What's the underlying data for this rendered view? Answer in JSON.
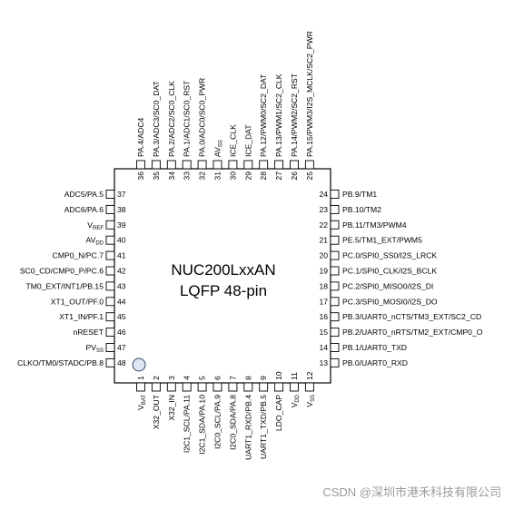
{
  "chip": {
    "name": "NUC200LxxAN",
    "package": "LQFP 48-pin"
  },
  "watermark": "CSDN @深圳市港禾科技有限公司",
  "pins": {
    "bottom": [
      {
        "num": "1",
        "label": "V_BAT"
      },
      {
        "num": "2",
        "label": "X32_OUT"
      },
      {
        "num": "3",
        "label": "X32_IN"
      },
      {
        "num": "4",
        "label": "I2C1_SCL/PA.11"
      },
      {
        "num": "5",
        "label": "I2C1_SDA/PA.10"
      },
      {
        "num": "6",
        "label": "I2C0_SCL/PA.9"
      },
      {
        "num": "7",
        "label": "I2C0_SDA/PA.8"
      },
      {
        "num": "8",
        "label": "UART1_RXD/PB.4"
      },
      {
        "num": "9",
        "label": "UART1_TXD/PB.5"
      },
      {
        "num": "10",
        "label": "LDO_CAP"
      },
      {
        "num": "11",
        "label": "V_DD"
      },
      {
        "num": "12",
        "label": "V_SS"
      }
    ],
    "right": [
      {
        "num": "13",
        "label": "PB.0/UART0_RXD"
      },
      {
        "num": "14",
        "label": "PB.1/UART0_TXD"
      },
      {
        "num": "15",
        "label": "PB.2/UART0_nRTS/TM2_EXT/CMP0_O"
      },
      {
        "num": "16",
        "label": "PB.3/UART0_nCTS/TM3_EXT/SC2_CD"
      },
      {
        "num": "17",
        "label": "PC.3/SPI0_MOSI0/I2S_DO"
      },
      {
        "num": "18",
        "label": "PC.2/SPI0_MISO0/I2S_DI"
      },
      {
        "num": "19",
        "label": "PC.1/SPI0_CLK/I2S_BCLK"
      },
      {
        "num": "20",
        "label": "PC.0/SPI0_SS0/I2S_LRCK"
      },
      {
        "num": "21",
        "label": "PE.5/TM1_EXT/PWM5"
      },
      {
        "num": "22",
        "label": "PB.11/TM3/PWM4"
      },
      {
        "num": "23",
        "label": "PB.10/TM2"
      },
      {
        "num": "24",
        "label": "PB.9/TM1"
      }
    ],
    "top": [
      {
        "num": "25",
        "label": "PA.15/PWM3/I2S_MCLK/SC2_PWR"
      },
      {
        "num": "26",
        "label": "PA.14/PWM2/SC2_RST"
      },
      {
        "num": "27",
        "label": "PA.13/PWM1/SC2_CLK"
      },
      {
        "num": "28",
        "label": "PA.12/PWM0/SC2_DAT"
      },
      {
        "num": "29",
        "label": "ICE_DAT"
      },
      {
        "num": "30",
        "label": "ICE_CLK"
      },
      {
        "num": "31",
        "label": "AV_SS"
      },
      {
        "num": "32",
        "label": "PA.0/ADC0/SC0_PWR"
      },
      {
        "num": "33",
        "label": "PA.1/ADC1/SC0_RST"
      },
      {
        "num": "34",
        "label": "PA.2/ADC2/SC0_CLK"
      },
      {
        "num": "35",
        "label": "PA.3/ADC3/SC0_DAT"
      },
      {
        "num": "36",
        "label": "PA.4/ADC4"
      }
    ],
    "left": [
      {
        "num": "37",
        "label": "ADC5/PA.5"
      },
      {
        "num": "38",
        "label": "ADC6/PA.6"
      },
      {
        "num": "39",
        "label": "V_REF"
      },
      {
        "num": "40",
        "label": "AV_DD"
      },
      {
        "num": "41",
        "label": "CMP0_N/PC.7"
      },
      {
        "num": "42",
        "label": "SC0_CD/CMP0_P/PC.6"
      },
      {
        "num": "43",
        "label": "TM0_EXT/INT1/PB.15"
      },
      {
        "num": "44",
        "label": "XT1_OUT/PF.0"
      },
      {
        "num": "45",
        "label": "XT1_IN/PF.1"
      },
      {
        "num": "46",
        "label": "nRESET"
      },
      {
        "num": "47",
        "label": "PV_SS"
      },
      {
        "num": "48",
        "label": "CLKO/TM0/STADC/PB.8"
      }
    ]
  }
}
